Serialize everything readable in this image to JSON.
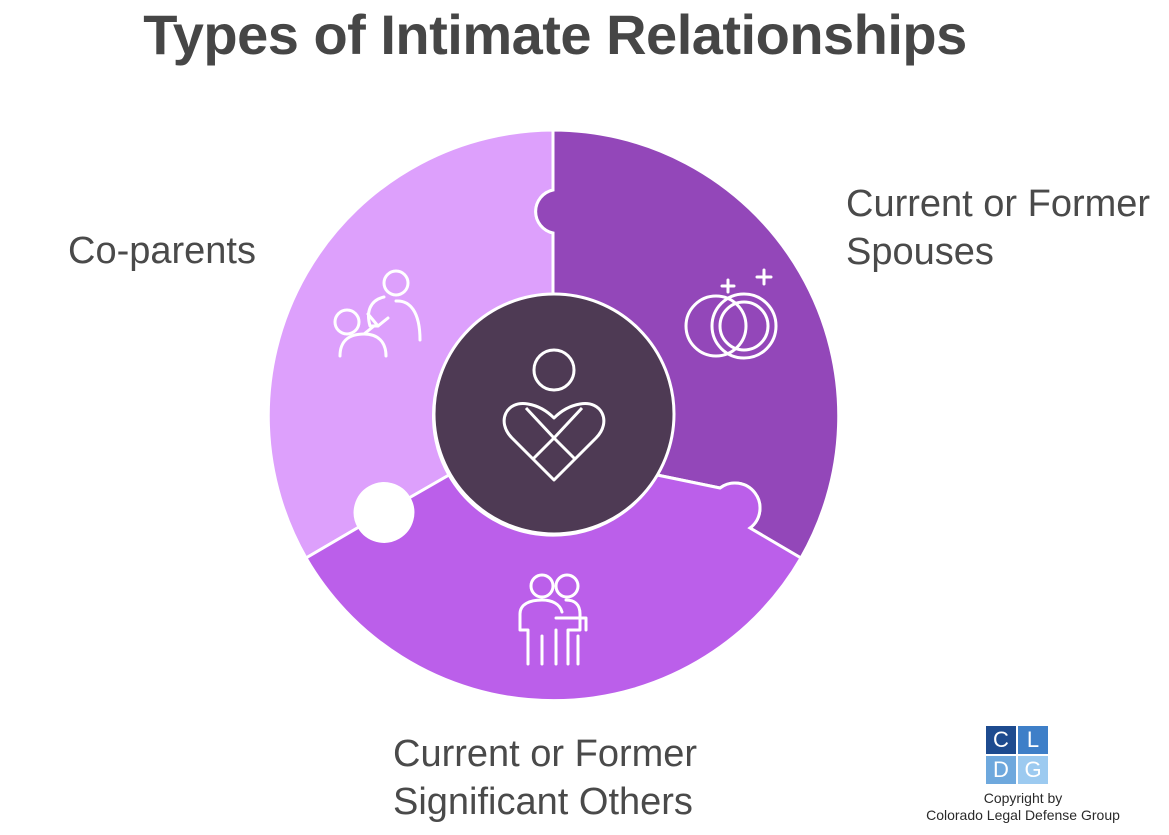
{
  "title": "Types of Intimate Relationships",
  "segments": [
    {
      "label_lines": [
        "Co-parents"
      ],
      "icon": "co-parents-icon",
      "color": "#dda0fc"
    },
    {
      "label_lines": [
        "Current or Former",
        "Spouses"
      ],
      "icon": "rings-icon",
      "color": "#9347b9"
    },
    {
      "label_lines": [
        "Current or Former",
        "Significant Others"
      ],
      "icon": "couple-icon",
      "color": "#bb5fea"
    }
  ],
  "center": {
    "icon": "person-heart-icon",
    "color": "#4e3a54"
  },
  "logo": {
    "letters": [
      "C",
      "L",
      "D",
      "G"
    ],
    "colors": [
      "#1d4b8f",
      "#3e7fc8",
      "#6ea8dd",
      "#9ccaf0"
    ]
  },
  "copyright": {
    "line1": "Copyright by",
    "line2": "Colorado Legal Defense Group"
  }
}
